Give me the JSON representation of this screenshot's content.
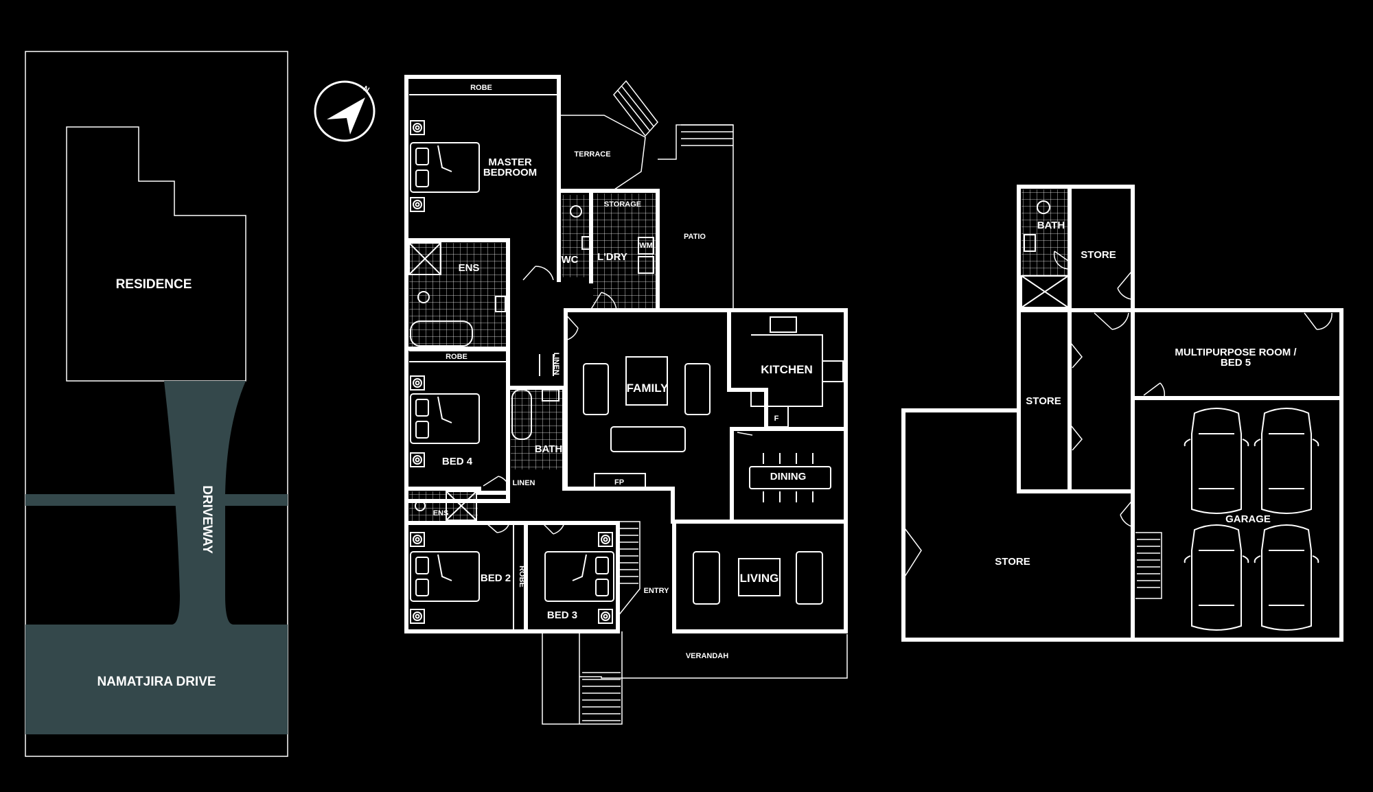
{
  "colors": {
    "background": "#000000",
    "walls": "#ffffff",
    "road": "#34484b"
  },
  "site": {
    "residence": "RESIDENCE",
    "street": "NAMATJIRA DRIVE",
    "driveway": "DRIVEWAY"
  },
  "compass": {
    "north": "N",
    "icon": "compass-icon"
  },
  "ground_floor": {
    "robe_master": "ROBE",
    "master_bedroom_line1": "MASTER",
    "master_bedroom_line2": "BEDROOM",
    "terrace": "TERRACE",
    "storage": "STORAGE",
    "patio": "PATIO",
    "wc": "WC",
    "laundry": "L'DRY",
    "wm": "WM",
    "ens": "ENS",
    "robe_bed4": "ROBE",
    "linen_hall": "LINEN",
    "family": "FAMILY",
    "kitchen": "KITCHEN",
    "fridge": "F",
    "bed4": "BED 4",
    "bath": "BATH",
    "linen_bath": "LINEN",
    "fp": "FP",
    "dining": "DINING",
    "ens_small": "ENS",
    "bed2": "BED 2",
    "robe_bed2": "ROBE",
    "bed3": "BED 3",
    "entry": "ENTRY",
    "living": "LIVING",
    "verandah": "VERANDAH"
  },
  "lower_floor": {
    "bath": "BATH",
    "store_top": "STORE",
    "multipurpose_line1": "MULTIPURPOSE ROOM /",
    "multipurpose_line2": "BED 5",
    "store_mid": "STORE",
    "garage": "GARAGE",
    "store_big": "STORE"
  }
}
